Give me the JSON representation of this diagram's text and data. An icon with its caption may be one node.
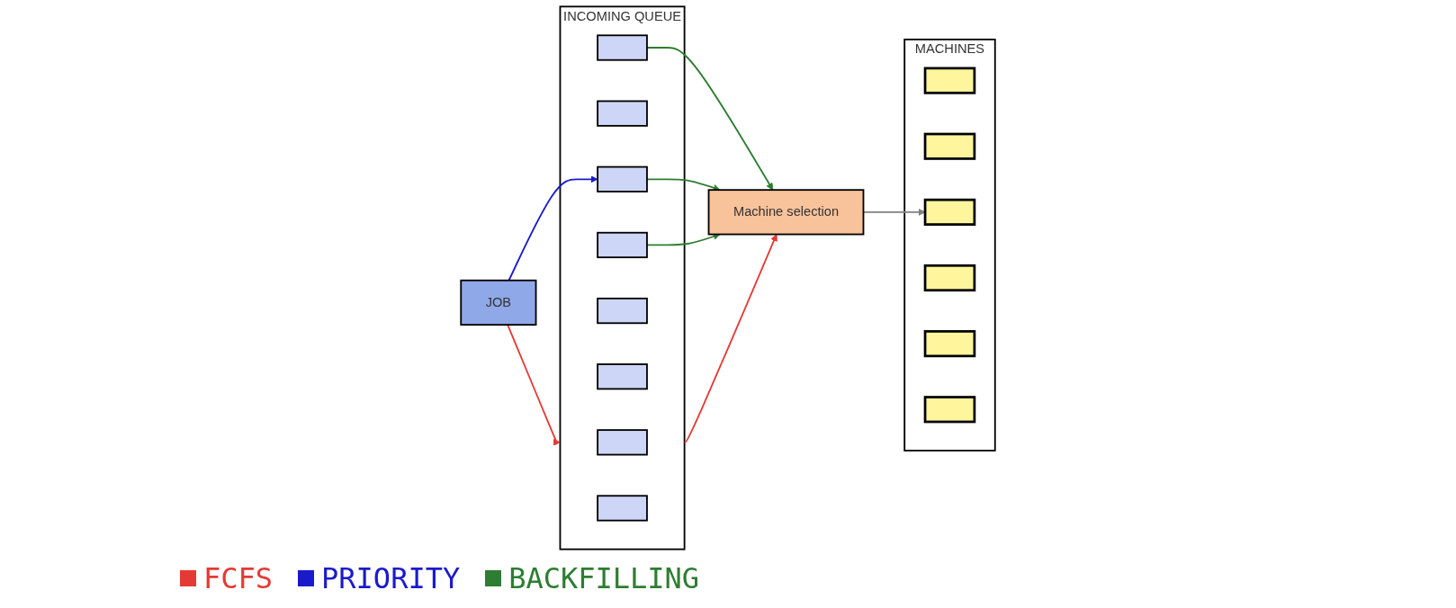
{
  "diagram": {
    "nodes": [
      {
        "text": [
          "JOB"
        ]
      },
      {
        "text": [
          "INCOMING QUEUE"
        ]
      },
      {
        "text": [],
        "shape": "box",
        "in": 1
      },
      {
        "text": [],
        "shape": "box",
        "in": 1
      },
      {
        "text": [],
        "shape": "box",
        "in": 1
      },
      {
        "text": [],
        "shape": "box",
        "in": 1
      },
      {
        "text": [],
        "shape": "box",
        "in": 1
      },
      {
        "text": [],
        "shape": "box",
        "in": 1
      },
      {
        "text": [],
        "shape": "box",
        "in": 1
      },
      {
        "text": [],
        "shape": "box",
        "in": 1
      },
      {
        "text": [
          "Machine selection"
        ]
      },
      {
        "text": [
          "MACHINES"
        ]
      },
      {
        "text": [],
        "shape": "box",
        "in": 11
      },
      {
        "text": [],
        "shape": "box",
        "in": 11
      },
      {
        "text": [],
        "shape": "box",
        "in": 11
      },
      {
        "text": [],
        "shape": "box",
        "in": 11
      },
      {
        "text": [],
        "shape": "box",
        "in": 11
      },
      {
        "text": [],
        "shape": "box",
        "in": 11
      }
    ],
    "edges": [
      {
        "from": 0,
        "to": 1,
        "arrow": "to",
        "color": "#e53935"
      },
      {
        "from": 0,
        "to": 5,
        "arrow": "to",
        "color": "#1a1acc"
      },
      {
        "from": 1,
        "to": 10,
        "arrow": "to",
        "color": "#e53935"
      },
      {
        "from": 4,
        "to": 10,
        "arrow": "to",
        "color": "#2e7d32"
      },
      {
        "from": 5,
        "to": 10,
        "arrow": "to",
        "color": "#2e7d32"
      },
      {
        "from": 8,
        "to": 10,
        "arrow": "to",
        "color": "#2e7d32"
      },
      {
        "from": 10,
        "to": 14,
        "arrow": "to",
        "color": "#808080"
      }
    ],
    "legend": [
      {
        "text": "FCFS",
        "color": "#e53935"
      },
      {
        "text": "PRIORITY",
        "color": "#1a1acc"
      },
      {
        "text": "BACKFILLING",
        "color": "#2e7d32"
      }
    ]
  }
}
